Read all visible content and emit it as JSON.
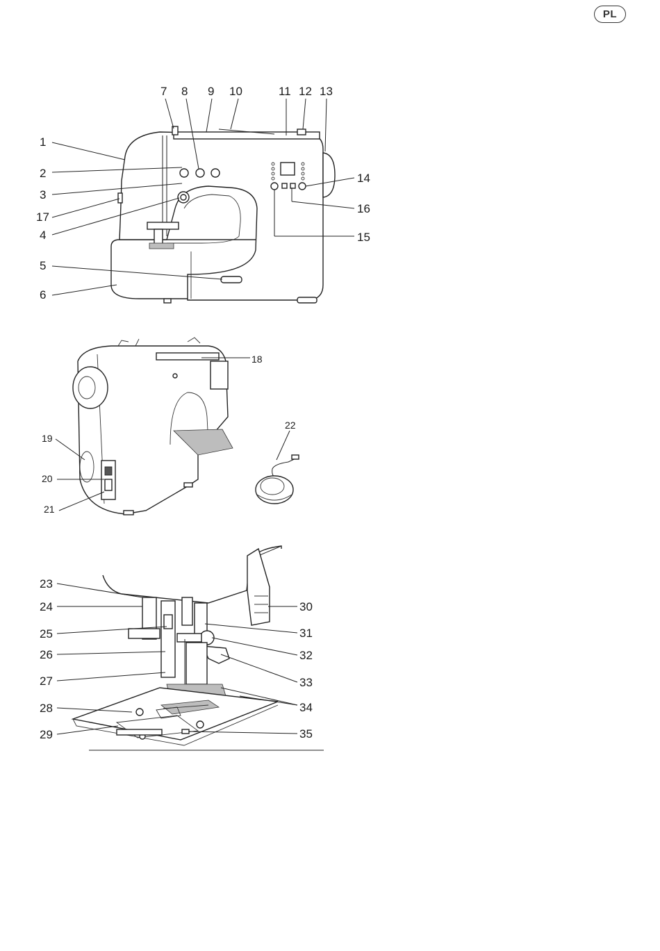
{
  "header": {
    "language_badge": "PL"
  },
  "figure_front": {
    "callouts": [
      "1",
      "2",
      "3",
      "17",
      "4",
      "5",
      "6",
      "7",
      "8",
      "9",
      "10",
      "11",
      "12",
      "13",
      "14",
      "16",
      "15"
    ]
  },
  "figure_back": {
    "callouts": [
      "18",
      "19",
      "20",
      "21",
      "22"
    ]
  },
  "figure_needle": {
    "callouts": [
      "23",
      "24",
      "25",
      "26",
      "27",
      "28",
      "29",
      "30",
      "31",
      "32",
      "33",
      "34",
      "35"
    ]
  }
}
